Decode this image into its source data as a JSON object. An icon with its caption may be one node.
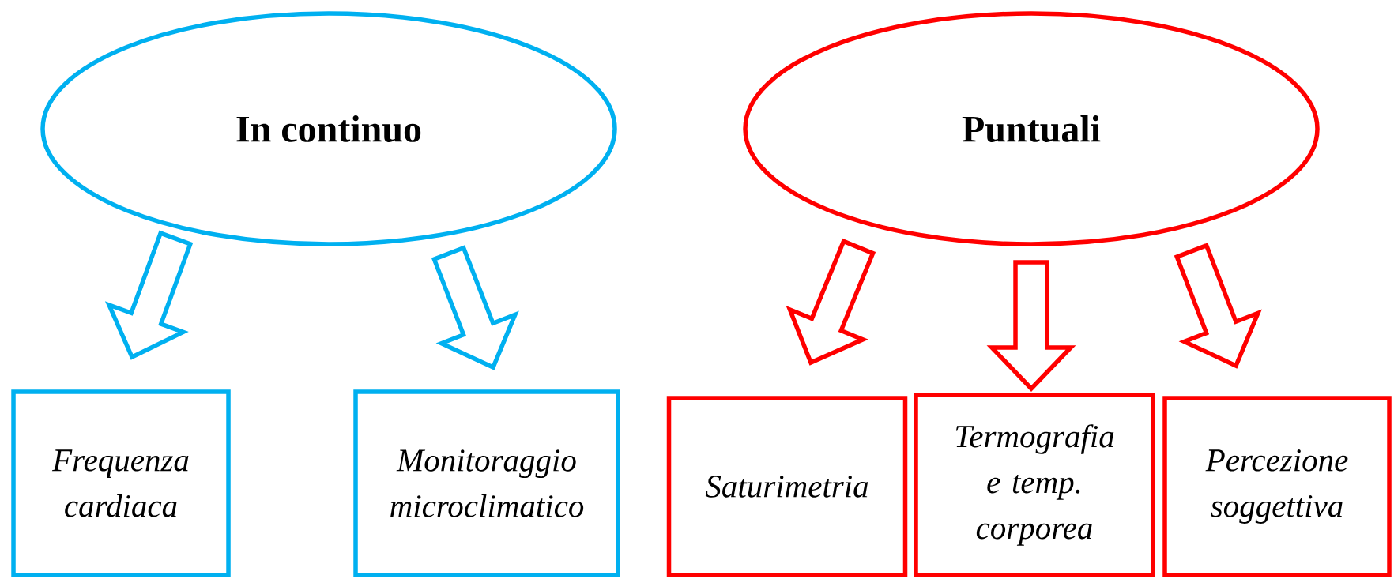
{
  "diagram": {
    "nodes": [
      {
        "text": [
          "In continuo"
        ]
      },
      {
        "text": [
          "Frequenza cardiaca"
        ]
      },
      {
        "text": [
          "Monitoraggio microclimatico"
        ]
      },
      {
        "text": [
          "Puntuali"
        ]
      },
      {
        "text": [
          "Saturimetria"
        ]
      },
      {
        "text": [
          "Termografia e temp. corporea"
        ]
      },
      {
        "text": [
          "Percezione soggettiva"
        ]
      }
    ],
    "edges": [
      {
        "from": 0,
        "to": 1,
        "arrow": "to",
        "color": "#00b0f0"
      },
      {
        "from": 0,
        "to": 2,
        "arrow": "to",
        "color": "#00b0f0"
      },
      {
        "from": 3,
        "to": 4,
        "arrow": "to",
        "color": "#ff0000"
      },
      {
        "from": 3,
        "to": 5,
        "arrow": "to",
        "color": "#ff0000"
      },
      {
        "from": 3,
        "to": 6,
        "arrow": "to",
        "color": "#ff0000"
      }
    ]
  }
}
